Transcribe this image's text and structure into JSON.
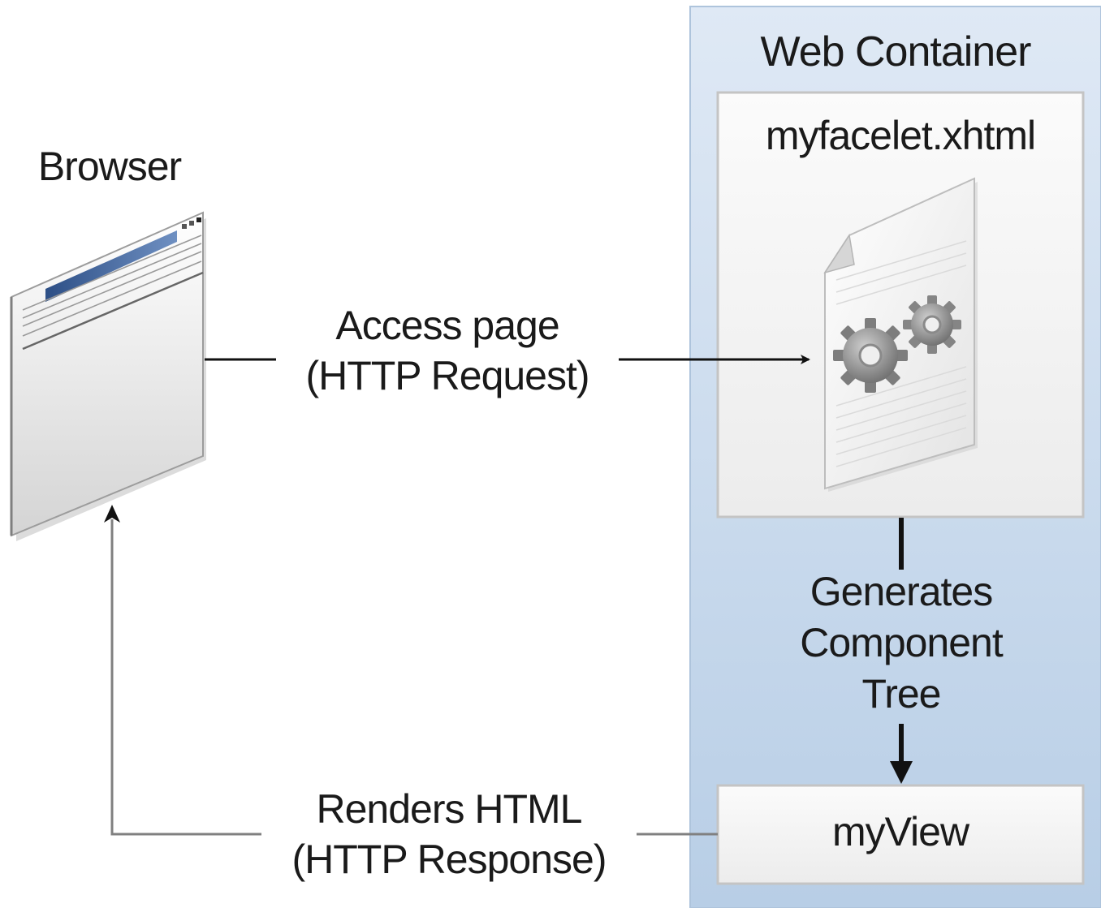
{
  "diagram": {
    "browser": {
      "label": "Browser",
      "icon": "browser-window-icon"
    },
    "web_container": {
      "label": "Web Container",
      "facelet_file": {
        "label": "myfacelet.xhtml",
        "icon": "document-gears-icon"
      },
      "view": {
        "label": "myView"
      },
      "generates_label": [
        "Generates",
        "Component",
        "Tree"
      ]
    },
    "request_arrow": {
      "line1": "Access page",
      "line2": "(HTTP Request)"
    },
    "response_arrow": {
      "line1": "Renders HTML",
      "line2": "(HTTP Response)"
    },
    "colors": {
      "container_top": "#dce8f4",
      "container_bottom": "#b9cfe6",
      "container_border": "#aec4dc",
      "box_fill": "#f2f2f2",
      "box_border": "#c8c8c8",
      "arrow_dark": "#111111",
      "arrow_gray": "#808080",
      "browser_titlebar": "#3a5f95"
    }
  }
}
